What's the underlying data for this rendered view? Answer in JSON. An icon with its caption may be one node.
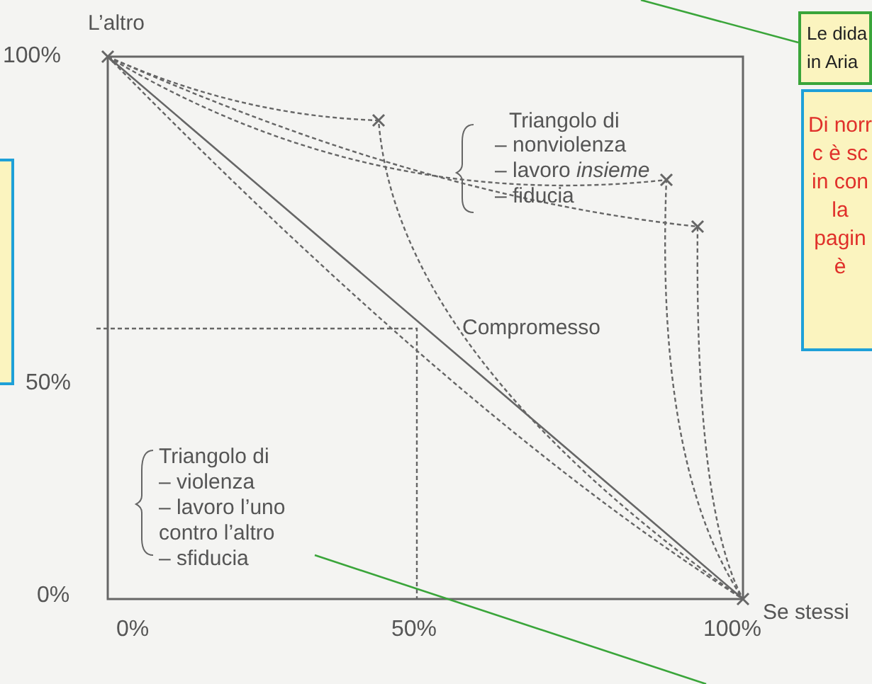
{
  "diagram": {
    "nodes": [
      {
        "text": [
          "Le dida in Aria"
        ]
      },
      {
        "text": [
          "Di norr c è sc in con la pagin è"
        ]
      },
      {
        "text": [],
        "shape": "box"
      },
      {
        "text": [
          "Triangolo di",
          "– violenza",
          "– lavoro l’uno contro l’altro",
          "– sfiducia"
        ]
      }
    ],
    "edges": [
      {
        "from": 0,
        "to": null,
        "arrow": "none",
        "color": "#3aa53a"
      },
      {
        "from": 3,
        "to": null,
        "arrow": "none",
        "color": "#3aa53a"
      }
    ],
    "labels": [
      "L’altro",
      "100%",
      "Triangolo di",
      "– nonviolenza",
      "– lavoro *insieme*",
      "– fiducia",
      "50%",
      "Compromesso",
      "0%",
      "Se stessi",
      "0%",
      "50%",
      "100%"
    ]
  }
}
